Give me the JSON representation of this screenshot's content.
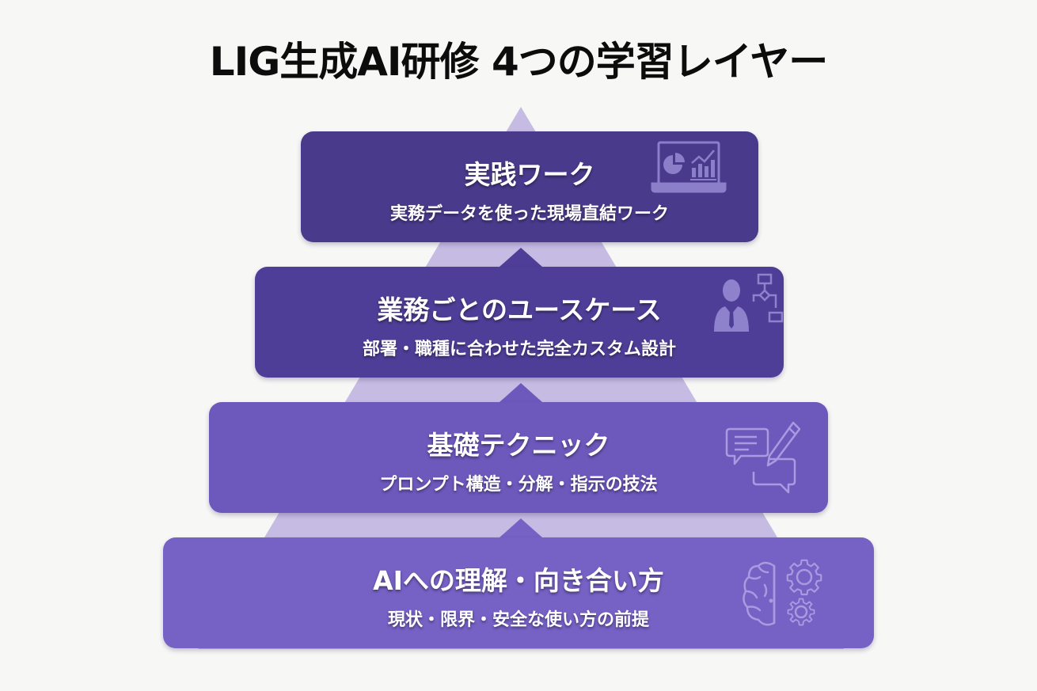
{
  "title": "LIG生成AI研修 4つの学習レイヤー",
  "colors": {
    "background": "#f7f7f6",
    "pyramid": "#c5bbe3",
    "layer1": "#4a3a8c",
    "layer2": "#4f3e97",
    "layer3": "#6d58bc",
    "layer4": "#7661c5",
    "icon_stroke": "#a99be0"
  },
  "layers": [
    {
      "level": 4,
      "title": "実践ワーク",
      "subtitle": "実務データを使った現場直結ワーク",
      "icon": "laptop-chart-icon"
    },
    {
      "level": 3,
      "title": "業務ごとのユースケース",
      "subtitle": "部署・職種に合わせた完全カスタム設計",
      "icon": "businessman-flowchart-icon"
    },
    {
      "level": 2,
      "title": "基礎テクニック",
      "subtitle": "プロンプト構造・分解・指示の技法",
      "icon": "chat-pencil-icon"
    },
    {
      "level": 1,
      "title": "AIへの理解・向き合い方",
      "subtitle": "現状・限界・安全な使い方の前提",
      "icon": "brain-gears-icon"
    }
  ]
}
